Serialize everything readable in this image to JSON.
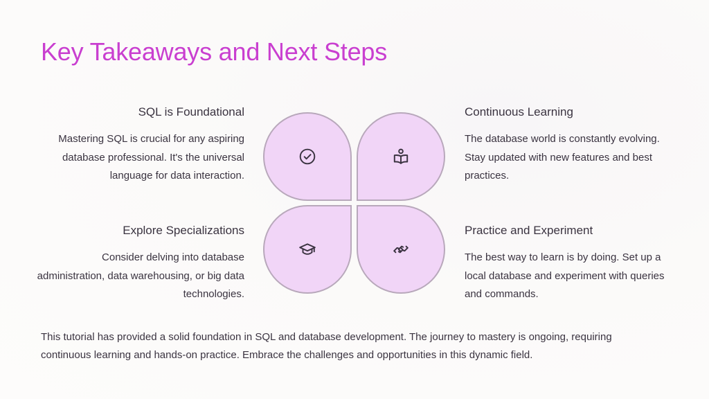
{
  "slide": {
    "title": "Key Takeaways and Next Steps",
    "items": [
      {
        "heading": "SQL is Foundational",
        "body": "Mastering SQL is crucial for any aspiring database professional. It's the universal language for data interaction.",
        "icon": "check-circle-icon"
      },
      {
        "heading": "Continuous Learning",
        "body": "The database world is constantly evolving. Stay updated with new features and best practices.",
        "icon": "reader-book-icon"
      },
      {
        "heading": "Explore Specializations",
        "body": "Consider delving into database administration, data warehousing, or big data technologies.",
        "icon": "graduation-cap-icon"
      },
      {
        "heading": "Practice and Experiment",
        "body": "The best way to learn is by doing. Set up a local database and experiment with queries and commands.",
        "icon": "handshake-icon"
      }
    ],
    "summary": "This tutorial has provided a solid foundation in SQL and database development. The journey to mastery is ongoing, requiring continuous learning and hands-on practice. Embrace the challenges and opportunities in this dynamic field.",
    "colors": {
      "title": "#c93fd0",
      "petal_fill": "#f1d5f7",
      "petal_border": "#b8a8bb",
      "text": "#3a3340"
    }
  }
}
